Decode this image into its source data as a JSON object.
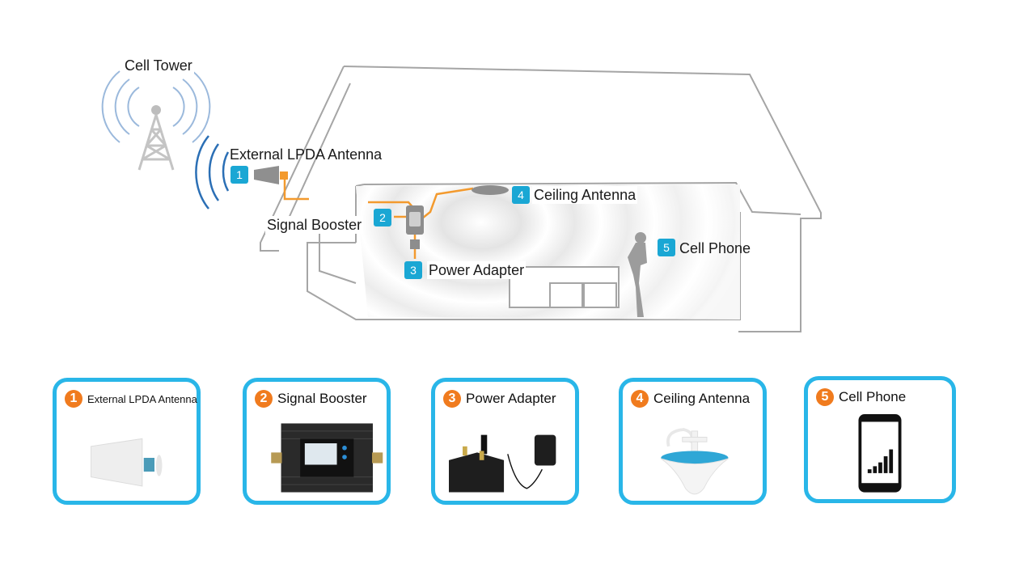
{
  "diagram": {
    "labels": {
      "cell_tower": "Cell Tower",
      "external_antenna": "External LPDA Antenna",
      "signal_booster": "Signal Booster",
      "ceiling_antenna": "Ceiling Antenna",
      "power_adapter": "Power Adapter",
      "cell_phone": "Cell Phone"
    },
    "badges": [
      "1",
      "2",
      "3",
      "4",
      "5"
    ],
    "colors": {
      "badge": "#1aa7d4",
      "cable": "#f39a2e",
      "outline": "#9a9a9a",
      "signal_wave": "#2b6fb5",
      "card_border": "#29b6e8",
      "card_number": "#f07b1e"
    }
  },
  "cards": [
    {
      "number": "1",
      "label": "External LPDA Antenna",
      "icon": "lpda-antenna-icon"
    },
    {
      "number": "2",
      "label": "Signal Booster",
      "icon": "signal-booster-icon"
    },
    {
      "number": "3",
      "label": "Power Adapter",
      "icon": "power-adapter-icon"
    },
    {
      "number": "4",
      "label": "Ceiling Antenna",
      "icon": "ceiling-antenna-icon"
    },
    {
      "number": "5",
      "label": "Cell Phone",
      "icon": "cell-phone-icon"
    }
  ]
}
